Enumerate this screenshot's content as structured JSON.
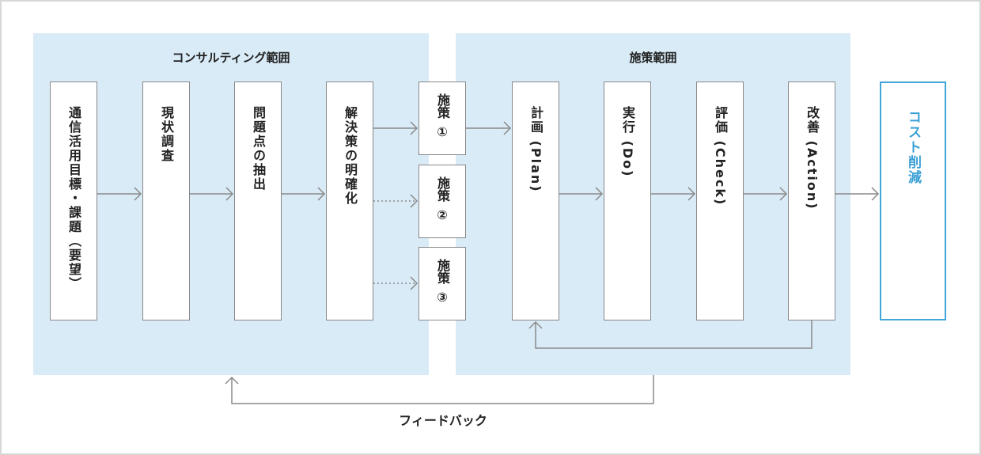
{
  "consulting": {
    "title": "コンサルティング範囲",
    "steps": [
      "通信活用目標・課題（要望）",
      "現状調査",
      "問題点の抽出",
      "解決策の明確化"
    ]
  },
  "measures": [
    {
      "label": "施策",
      "num": "①"
    },
    {
      "label": "施策",
      "num": "②"
    },
    {
      "label": "施策",
      "num": "③"
    }
  ],
  "implementation": {
    "title": "施策範囲",
    "steps": [
      "計画 (Plan)",
      "実行 (Do)",
      "評価 (Check)",
      "改善 (Action)"
    ]
  },
  "goal": {
    "label": "コスト削減",
    "color": "#3ba0d6"
  },
  "feedback": {
    "label": "フィードバック"
  },
  "colors": {
    "region": "#d9ebf7",
    "arrow": "#8a8a8a",
    "goal_border": "#42a5d7"
  }
}
